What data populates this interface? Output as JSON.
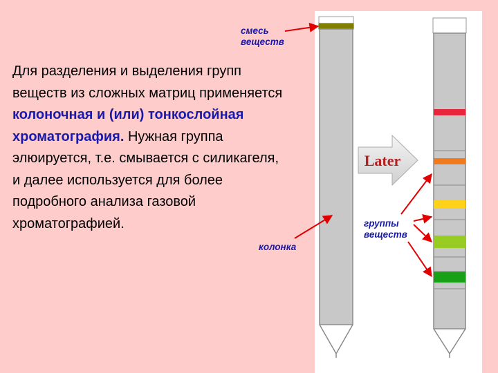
{
  "slide": {
    "text_parts": [
      "Для разделения и выделения групп веществ из сложных матриц применяется ",
      "колоночная и (или) тонкослойная хроматография.",
      " Нужная группа элюируется, т.е.  смывается с силикагеля, и далее используется для более подробного анализа газовой хроматографией."
    ]
  },
  "diagram": {
    "label_mixture": "смесь\nвеществ",
    "label_column": "колонка",
    "label_groups": "группы\nвеществ",
    "arrow_text": "Later",
    "colors": {
      "mixture_band": "#808000",
      "bands": [
        "#e8253a",
        "#f07a1c",
        "#ffd21a",
        "#99cc22",
        "#18a018"
      ],
      "column_fill": "#c8c8c8",
      "pointer": "#e00000",
      "arrow_text": "#b22222"
    }
  }
}
